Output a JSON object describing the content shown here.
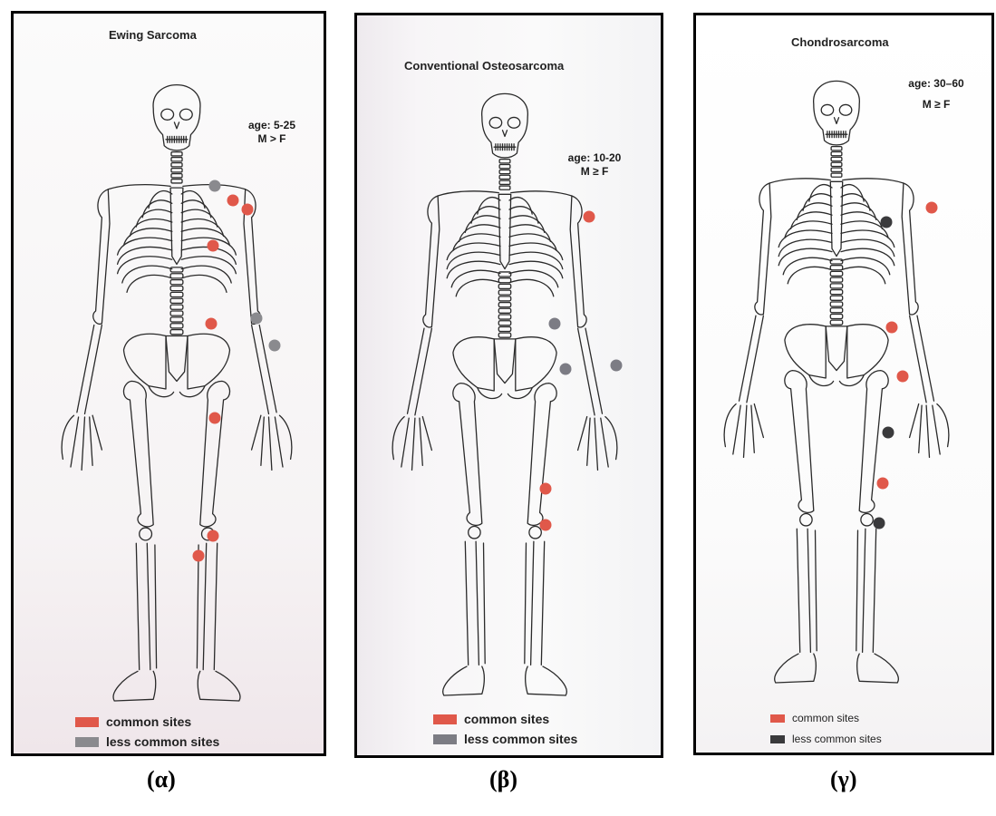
{
  "panels": [
    {
      "title": "Ewing Sarcoma",
      "age": "age: 5-25",
      "sex": "M > F",
      "legend_common": "common sites",
      "legend_less": "less common sites",
      "caption": "(α)"
    },
    {
      "title": "Conventional Osteosarcoma",
      "age": "age: 10-20",
      "sex": "M ≥ F",
      "legend_common": "common sites",
      "legend_less": "less common sites",
      "caption": "(β)"
    },
    {
      "title": "Chondrosarcoma",
      "age": "age: 30–60",
      "sex": "M ≥ F",
      "legend_common": "common sites",
      "legend_less": "less common sites",
      "caption": "(γ)"
    }
  ],
  "colors": {
    "common": "#e0584a",
    "less_common_a": "#8a8a8e",
    "less_common_b": "#7c7c84",
    "less_common_c": "#3a3a3c",
    "bone_stroke": "#2a2a2a"
  }
}
